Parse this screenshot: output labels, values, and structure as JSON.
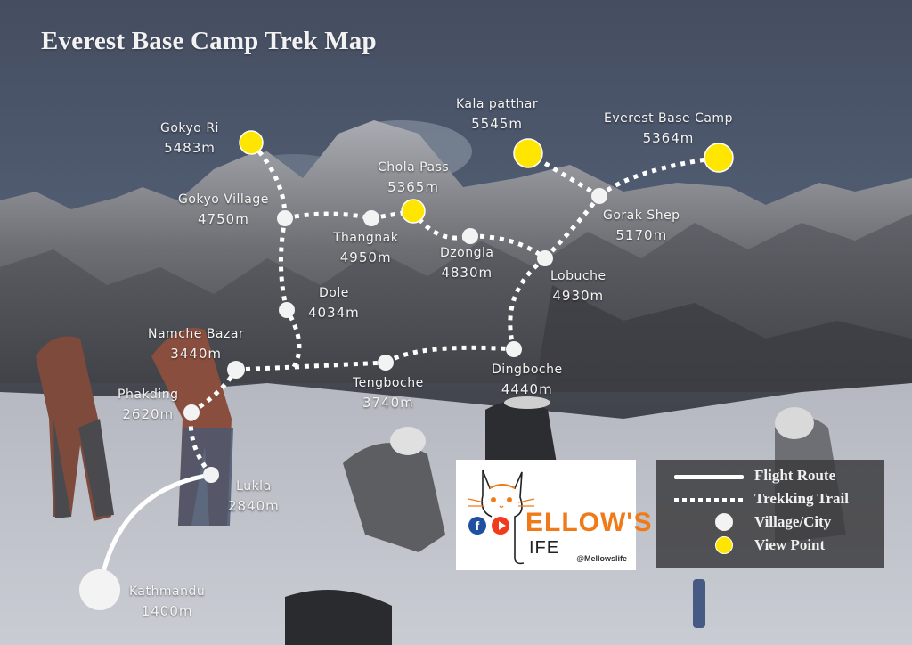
{
  "title": "Everest Base Camp Trek Map",
  "colors": {
    "village": "#f3f3f3",
    "view_point": "#ffe600",
    "trail": "#ffffff",
    "legend_bg": "#3c3c3e",
    "brand_orange": "#f07a18",
    "facebook": "#1e4fa0",
    "youtube": "#f23a1c"
  },
  "places": [
    {
      "name": "Gokyo Ri",
      "altitude": "5483m",
      "type": "view_point"
    },
    {
      "name": "Gokyo Village",
      "altitude": "4750m",
      "type": "village"
    },
    {
      "name": "Thangnak",
      "altitude": "4950m",
      "type": "village"
    },
    {
      "name": "Chola Pass",
      "altitude": "5365m",
      "type": "view_point"
    },
    {
      "name": "Dzongla",
      "altitude": "4830m",
      "type": "village"
    },
    {
      "name": "Kala patthar",
      "altitude": "5545m",
      "type": "view_point"
    },
    {
      "name": "Everest Base Camp",
      "altitude": "5364m",
      "type": "view_point"
    },
    {
      "name": "Gorak Shep",
      "altitude": "5170m",
      "type": "village"
    },
    {
      "name": "Lobuche",
      "altitude": "4930m",
      "type": "village"
    },
    {
      "name": "Dole",
      "altitude": "4034m",
      "type": "village"
    },
    {
      "name": "Namche Bazar",
      "altitude": "3440m",
      "type": "village"
    },
    {
      "name": "Tengboche",
      "altitude": "3740m",
      "type": "village"
    },
    {
      "name": "Dingboche",
      "altitude": "4440m",
      "type": "village"
    },
    {
      "name": "Phakding",
      "altitude": "2620m",
      "type": "village"
    },
    {
      "name": "Lukla",
      "altitude": "2840m",
      "type": "village"
    },
    {
      "name": "Kathmandu",
      "altitude": "1400m",
      "type": "village"
    }
  ],
  "legend": {
    "items": [
      {
        "label": "Flight Route",
        "symbol": "solid-line"
      },
      {
        "label": "Trekking Trail",
        "symbol": "dotted-line"
      },
      {
        "label": "Village/City",
        "symbol": "white-circle"
      },
      {
        "label": "View Point",
        "symbol": "yellow-circle"
      }
    ]
  },
  "logo": {
    "brand_line1": "ELLOW'S",
    "brand_line2": "IFE",
    "handle": "@Mellowslife",
    "facebook_glyph": "f"
  }
}
